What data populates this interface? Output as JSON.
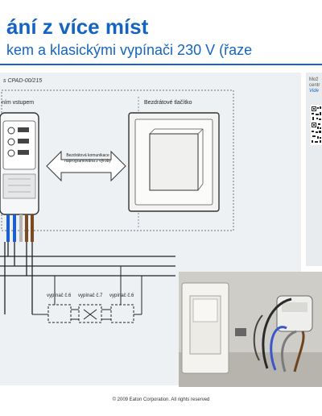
{
  "slide": {
    "title": "ání z více míst",
    "subtitle": "kem  a  klasickými vypínači 230 V  (řaze",
    "model_label": "s CPAD-00/215",
    "input_label": "ním vstupem",
    "button_label": "Bezdrátové tlačítko",
    "comm_label": "Bezdrátová komunikace naprogramována z výroby",
    "switch_labels": [
      "vypínač č.6",
      "vypínač č.7",
      "vypínač č.6"
    ],
    "copyright": "© 2009 Eaton Corporation. All rights reserved",
    "right_text": [
      "Mož",
      "centr",
      "Vide"
    ],
    "colors": {
      "title": "#1565c0",
      "panel": "#eef1f4"
    }
  }
}
